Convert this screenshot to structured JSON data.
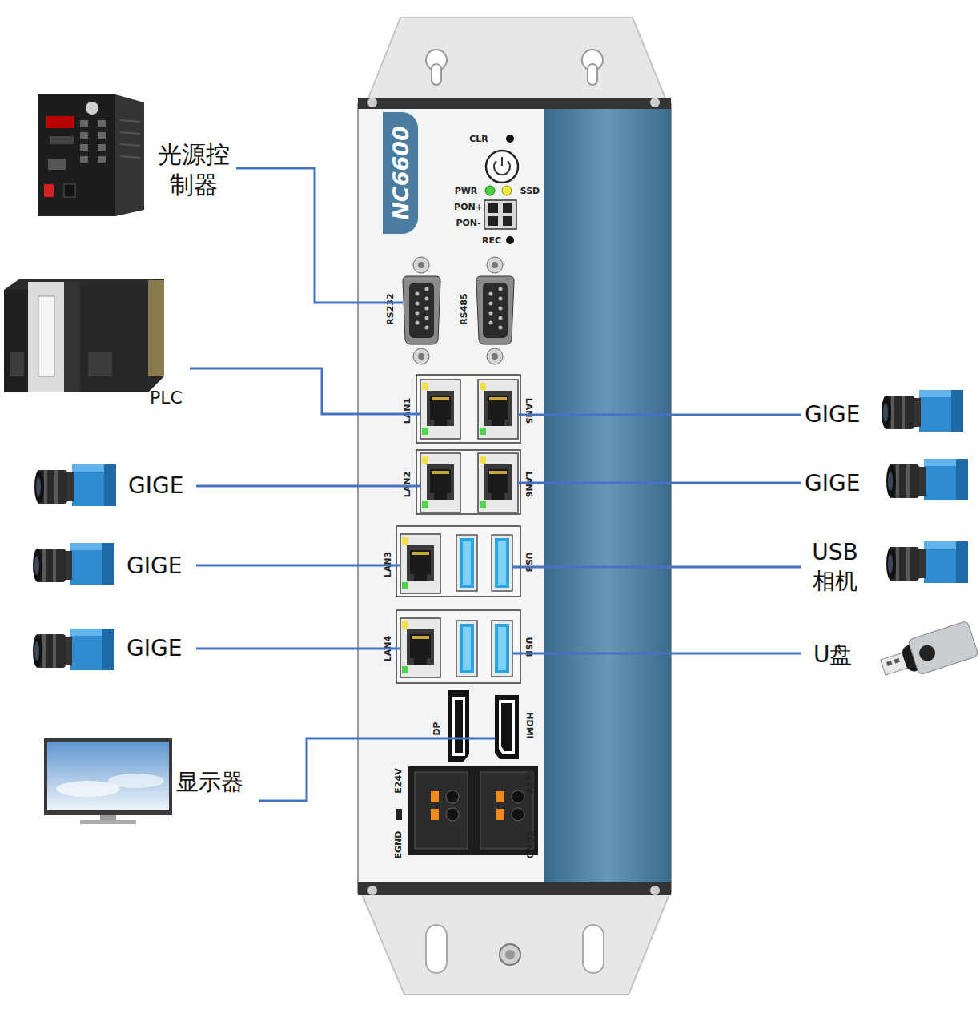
{
  "diagram": {
    "nodes": [
      {
        "text": [
          "NC6600"
        ]
      },
      {
        "text": [
          "RS232"
        ],
        "in": 0
      },
      {
        "text": [
          "RS485"
        ],
        "in": 0
      },
      {
        "text": [
          "LAN1"
        ],
        "in": 0
      },
      {
        "text": [
          "LAN5"
        ],
        "in": 0
      },
      {
        "text": [
          "LAN2"
        ],
        "in": 0
      },
      {
        "text": [
          "LAN6"
        ],
        "in": 0
      },
      {
        "text": [
          "LAN3"
        ],
        "in": 0
      },
      {
        "text": [
          "USB"
        ],
        "in": 0
      },
      {
        "text": [
          "LAN4"
        ],
        "in": 0
      },
      {
        "text": [
          "USB"
        ],
        "in": 0
      },
      {
        "text": [
          "DP"
        ],
        "in": 0
      },
      {
        "text": [
          "HDMI"
        ],
        "in": 0
      },
      {
        "text": [
          "光源控 制器"
        ]
      },
      {
        "text": [
          "PLC"
        ]
      },
      {
        "text": [
          "GIGE"
        ]
      },
      {
        "text": [
          "GIGE"
        ]
      },
      {
        "text": [
          "GIGE"
        ]
      },
      {
        "text": [
          "GIGE"
        ]
      },
      {
        "text": [
          "USB 相机"
        ]
      },
      {
        "text": [
          "GIGE"
        ]
      },
      {
        "text": [
          "U盘"
        ]
      },
      {
        "text": [
          "显示器"
        ]
      }
    ],
    "edges": [
      {
        "from": 13,
        "to": 1,
        "arrow": "none"
      },
      {
        "from": 14,
        "to": 3,
        "arrow": "none"
      },
      {
        "from": 15,
        "to": 4,
        "arrow": "none"
      },
      {
        "from": 16,
        "to": 5,
        "arrow": "none"
      },
      {
        "from": 17,
        "to": 6,
        "arrow": "none"
      },
      {
        "from": 18,
        "to": 7,
        "arrow": "none"
      },
      {
        "from": 19,
        "to": 8,
        "arrow": "none"
      },
      {
        "from": 20,
        "to": 9,
        "arrow": "none"
      },
      {
        "from": 21,
        "to": 10,
        "arrow": "none"
      },
      {
        "from": 22,
        "to": 12,
        "arrow": "none"
      }
    ],
    "labels": [
      "CLR",
      "PWR",
      "SSD",
      "PON+",
      "PON-",
      "REC",
      "E24V",
      "EGND",
      "E24V",
      "EGND"
    ]
  }
}
